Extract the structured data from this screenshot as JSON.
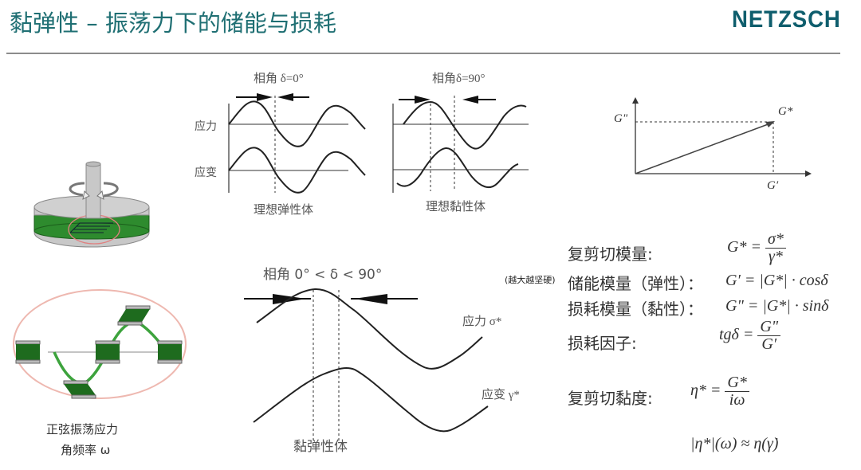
{
  "header": {
    "title": "黏弹性 – 振荡力下的储能与损耗",
    "logo": "NETZSCH",
    "accent_color": "#1f6f73",
    "logo_color": "#0f5e6d"
  },
  "rheometer": {
    "caption_line1": "正弦振荡应力",
    "caption_line2": "角频率 ω",
    "sample_color": "#2e8b2e",
    "highlight_color": "#e08080"
  },
  "elastic_panel": {
    "phase_label": "相角  δ=0°",
    "stress_label": "应力",
    "strain_label": "应变",
    "caption": "理想弹性体"
  },
  "viscous_panel": {
    "phase_label": "相角δ=90°",
    "caption": "理想黏性体"
  },
  "vector_diagram": {
    "y_label": "G\"",
    "x_label": "G′",
    "vector_label": "G*"
  },
  "viscoelastic_panel": {
    "phase_label": "相角  0° < δ < 90°",
    "stress_label": "应力 σ*",
    "strain_label": "应变 γ*",
    "caption": "黏弹性体"
  },
  "formulas": {
    "note": "(越大越坚硬)",
    "complex_modulus": {
      "label": "复剪切模量:",
      "lhs": "G* =",
      "num": "σ*",
      "den": "γ*"
    },
    "storage_modulus": {
      "label": "储能模量（弹性）：",
      "expr": "G′ = |G*| · cosδ"
    },
    "loss_modulus": {
      "label": "损耗模量（黏性）：",
      "expr": "G\" = |G*| · sinδ"
    },
    "loss_factor": {
      "label": "损耗因子:",
      "lhs": "tgδ =",
      "num": "G\"",
      "den": "G′"
    },
    "complex_viscosity": {
      "label": "复剪切黏度:",
      "lhs": "η* =",
      "num": "G*",
      "den": "iω"
    },
    "cox_merz": {
      "expr": "|η*|(ω) ≈ η(γ̇)"
    }
  }
}
